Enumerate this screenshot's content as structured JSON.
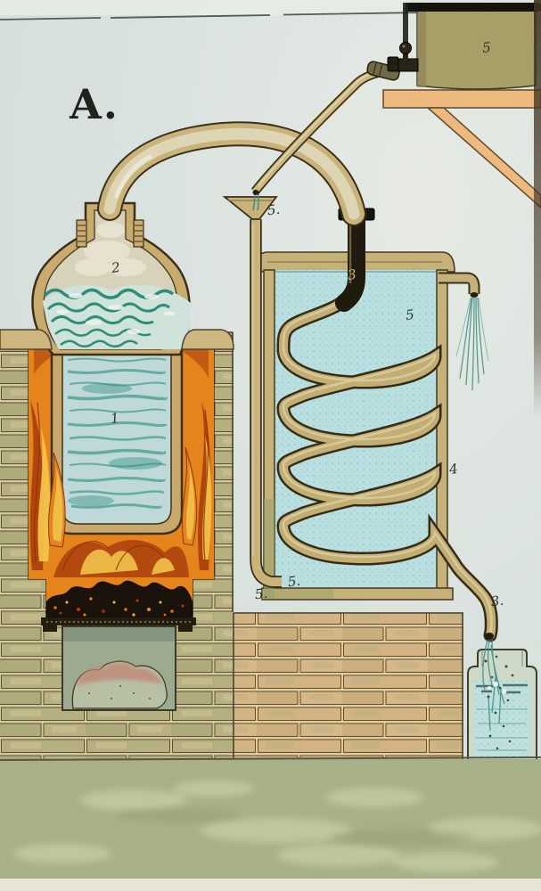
{
  "plate": {
    "letter": "A.",
    "part_labels": {
      "boiler_liquid": "1",
      "still_dome": "2",
      "vapor_tube": "3",
      "distillate_outlet": "3.",
      "cooling_coil": "4",
      "supply_tank": "5",
      "funnel_inlet": "5.",
      "condenser_water": "5",
      "coil_inlet_inner": "5.",
      "coil_inlet_outer": "5."
    },
    "palette": {
      "paper": "#dae2df",
      "brass_tube": "#c9b37a",
      "dark_metal": "#241d10",
      "boiling_water": "#2f8b79",
      "cooling_water": "#b9dfe0",
      "flame_orange": "#e6841c",
      "flame_yellow": "#f2c24a",
      "flame_red": "#a93e0c",
      "brick_khaki": "#b4b07f",
      "brick_tan": "#d2b381",
      "mortar": "#d9c79b",
      "floor_green": "#a8b087",
      "shelf_orange": "#edb97c"
    }
  }
}
